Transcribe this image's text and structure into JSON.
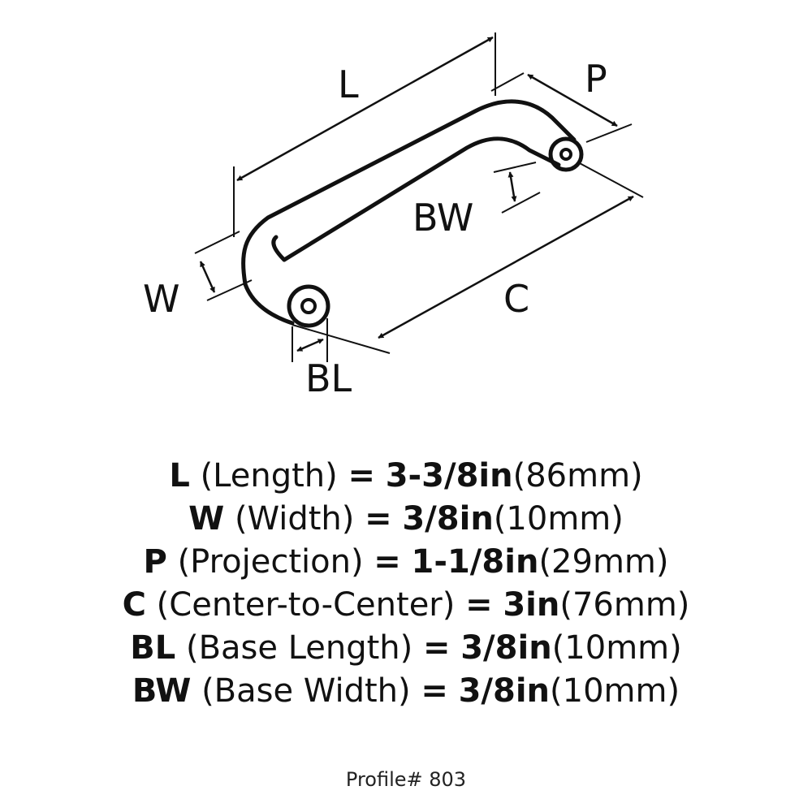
{
  "diagram": {
    "labels": {
      "L": "L",
      "P": "P",
      "BW": "BW",
      "W": "W",
      "C": "C",
      "BL": "BL"
    }
  },
  "specs": [
    {
      "code": "L",
      "name": "(Length)",
      "eq": "=",
      "value": "3-3/8in",
      "metric": "(86mm)"
    },
    {
      "code": "W",
      "name": "(Width)",
      "eq": "=",
      "value": "3/8in",
      "metric": "(10mm)"
    },
    {
      "code": "P",
      "name": "(Projection)",
      "eq": "=",
      "value": "1-1/8in",
      "metric": "(29mm)"
    },
    {
      "code": "C",
      "name": "(Center-to-Center)",
      "eq": "=",
      "value": "3in",
      "metric": "(76mm)"
    },
    {
      "code": "BL",
      "name": "(Base Length)",
      "eq": "=",
      "value": "3/8in",
      "metric": "(10mm)"
    },
    {
      "code": "BW",
      "name": "(Base Width)",
      "eq": "=",
      "value": "3/8in",
      "metric": "(10mm)"
    }
  ],
  "footer": {
    "profile": "Profile# 803"
  }
}
